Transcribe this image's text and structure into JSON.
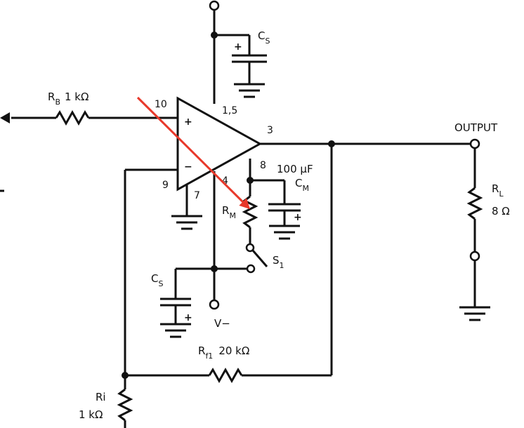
{
  "labels": {
    "rb_name": "R",
    "rb_sub": "B",
    "rb_value": "1 kΩ",
    "cs_top_name": "C",
    "cs_top_sub": "S",
    "cs_bot_name": "C",
    "cs_bot_sub": "S",
    "output": "OUTPUT",
    "rl_name": "R",
    "rl_sub": "L",
    "rl_value": "8 Ω",
    "cm_value": "100 μF",
    "cm_name": "C",
    "cm_sub": "M",
    "rm_name": "R",
    "rm_sub": "M",
    "s1_name": "S",
    "s1_sub": "1",
    "vminus": "V−",
    "rf1_name": "R",
    "rf1_sub": "f1",
    "rf1_value": "20 kΩ",
    "ri_name": "Ri",
    "ri_value": "1 kΩ"
  },
  "pins": {
    "pin10": "10",
    "pin15": "1,5",
    "pin3": "3",
    "pin8": "8",
    "pin9": "9",
    "pin7": "7",
    "pin4": "4"
  },
  "signs": {
    "plus": "+",
    "minus": "−",
    "cap_plus": "+"
  },
  "colors": {
    "wire": "#111111",
    "annotation_arrow": "#e8392b"
  }
}
